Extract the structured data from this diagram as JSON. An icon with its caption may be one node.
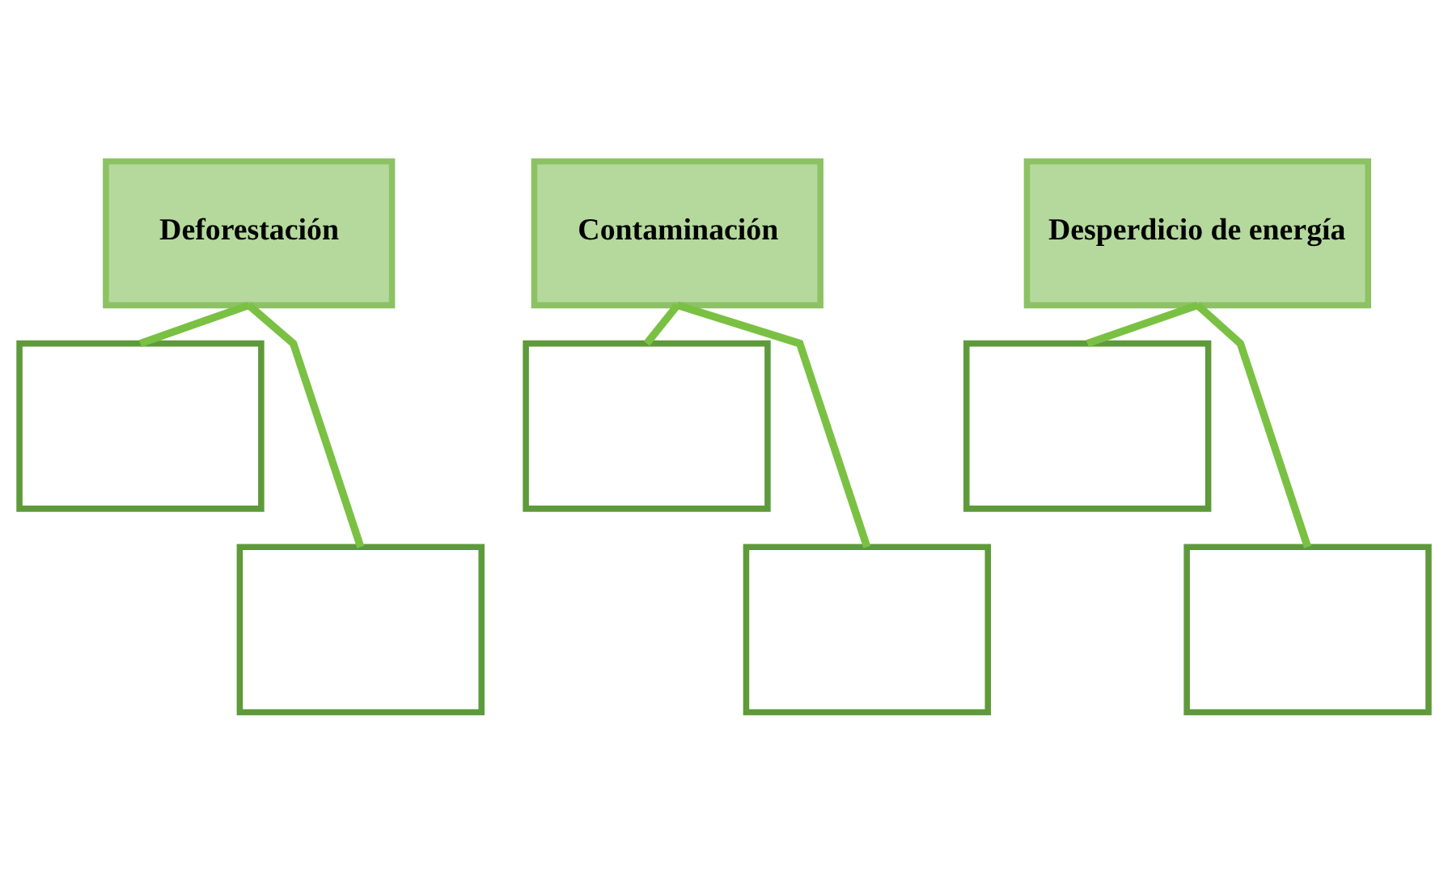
{
  "diagram": {
    "nodes": [
      {
        "text": [
          "Deforestación"
        ]
      },
      {
        "text": [],
        "shape": "box"
      },
      {
        "text": [],
        "shape": "box"
      },
      {
        "text": [
          "Contaminación"
        ]
      },
      {
        "text": [],
        "shape": "box"
      },
      {
        "text": [],
        "shape": "box"
      },
      {
        "text": [
          "Desperdicio de energía"
        ]
      },
      {
        "text": [],
        "shape": "box"
      },
      {
        "text": [],
        "shape": "box"
      }
    ],
    "edges": [
      {
        "from": 0,
        "to": 1,
        "arrow": "none"
      },
      {
        "from": 0,
        "to": 2,
        "arrow": "none"
      },
      {
        "from": 3,
        "to": 4,
        "arrow": "none"
      },
      {
        "from": 3,
        "to": 5,
        "arrow": "none"
      },
      {
        "from": 6,
        "to": 7,
        "arrow": "none"
      },
      {
        "from": 6,
        "to": 8,
        "arrow": "none"
      }
    ]
  }
}
